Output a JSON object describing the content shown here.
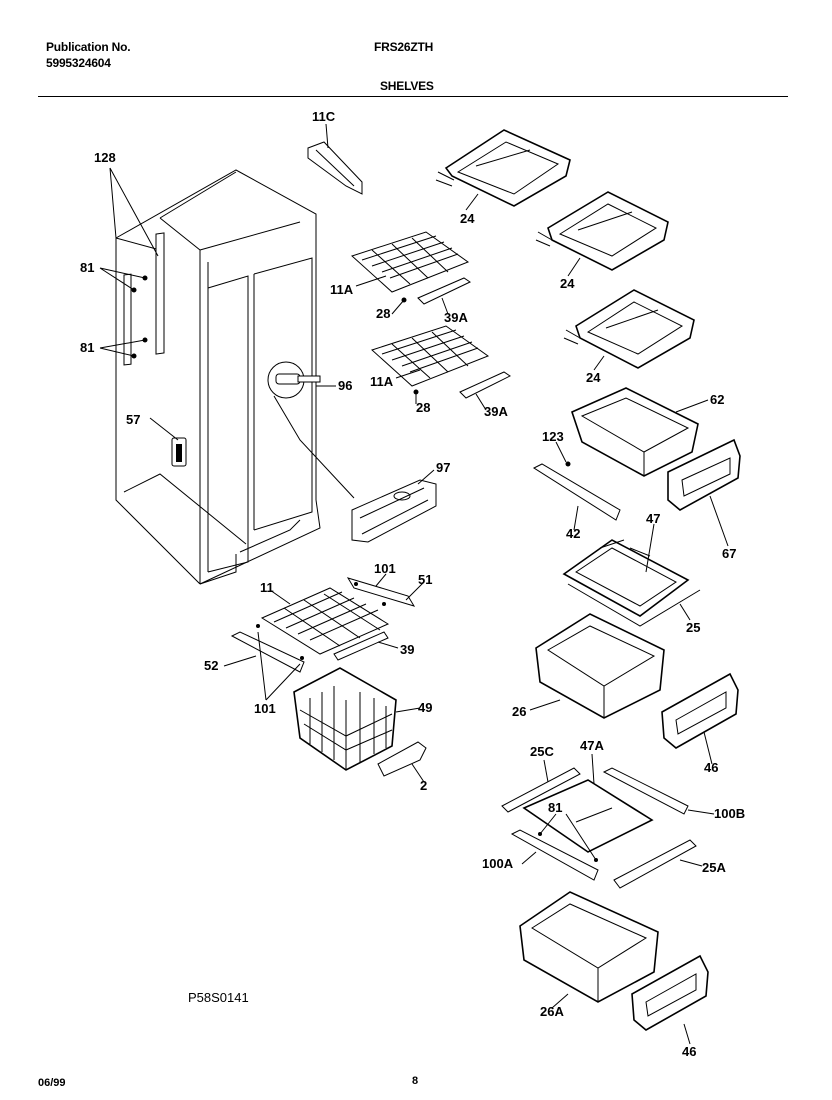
{
  "header": {
    "publication_label": "Publication No.",
    "publication_number": "5995324604",
    "model": "FRS26ZTH",
    "section": "SHELVES"
  },
  "footer": {
    "date": "06/99",
    "page": "8",
    "diagram_code": "P58S0141"
  },
  "callouts": {
    "c11c": "11C",
    "c128": "128",
    "c81a": "81",
    "c81b": "81",
    "c24a": "24",
    "c24b": "24",
    "c24c": "24",
    "c11a1": "11A",
    "c28a": "28",
    "c39a1": "39A",
    "c11a2": "11A",
    "c96": "96",
    "c28b": "28",
    "c39a2": "39A",
    "c62": "62",
    "c57": "57",
    "c123": "123",
    "c97": "97",
    "c42": "42",
    "c47": "47",
    "c67": "67",
    "c101a": "101",
    "c51": "51",
    "c11": "11",
    "c25": "25",
    "c52": "52",
    "c39": "39",
    "c101b": "101",
    "c49": "49",
    "c26": "26",
    "c46a": "46",
    "c2": "2",
    "c25c": "25C",
    "c47a": "47A",
    "c81c": "81",
    "c100b": "100B",
    "c100a": "100A",
    "c25a": "25A",
    "c26a": "26A",
    "c46b": "46"
  }
}
